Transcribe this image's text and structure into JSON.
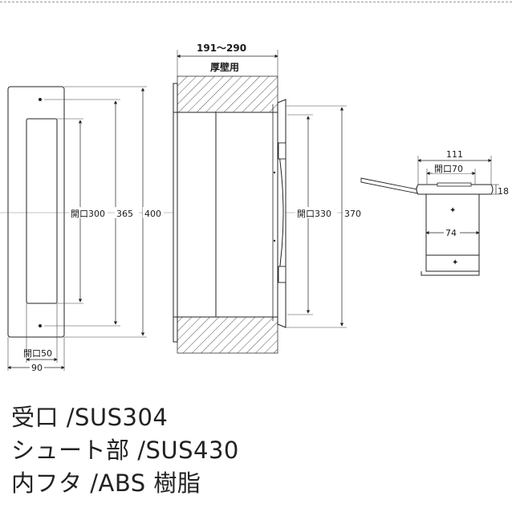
{
  "front_view": {
    "opening_width": "開口50",
    "width": "90",
    "opening_height": "開口300",
    "height_inner": "365",
    "height": "400"
  },
  "section_view": {
    "wall_thickness": "191～290",
    "wall_label": "厚壁用",
    "opening_height": "開口330",
    "height": "370"
  },
  "side_view": {
    "width": "111",
    "opening_width": "開口70",
    "flange": "18",
    "body_width": "74"
  },
  "materials": [
    "受口 /SUS304",
    "シュート部 /SUS430",
    "内フタ /ABS 樹脂"
  ]
}
